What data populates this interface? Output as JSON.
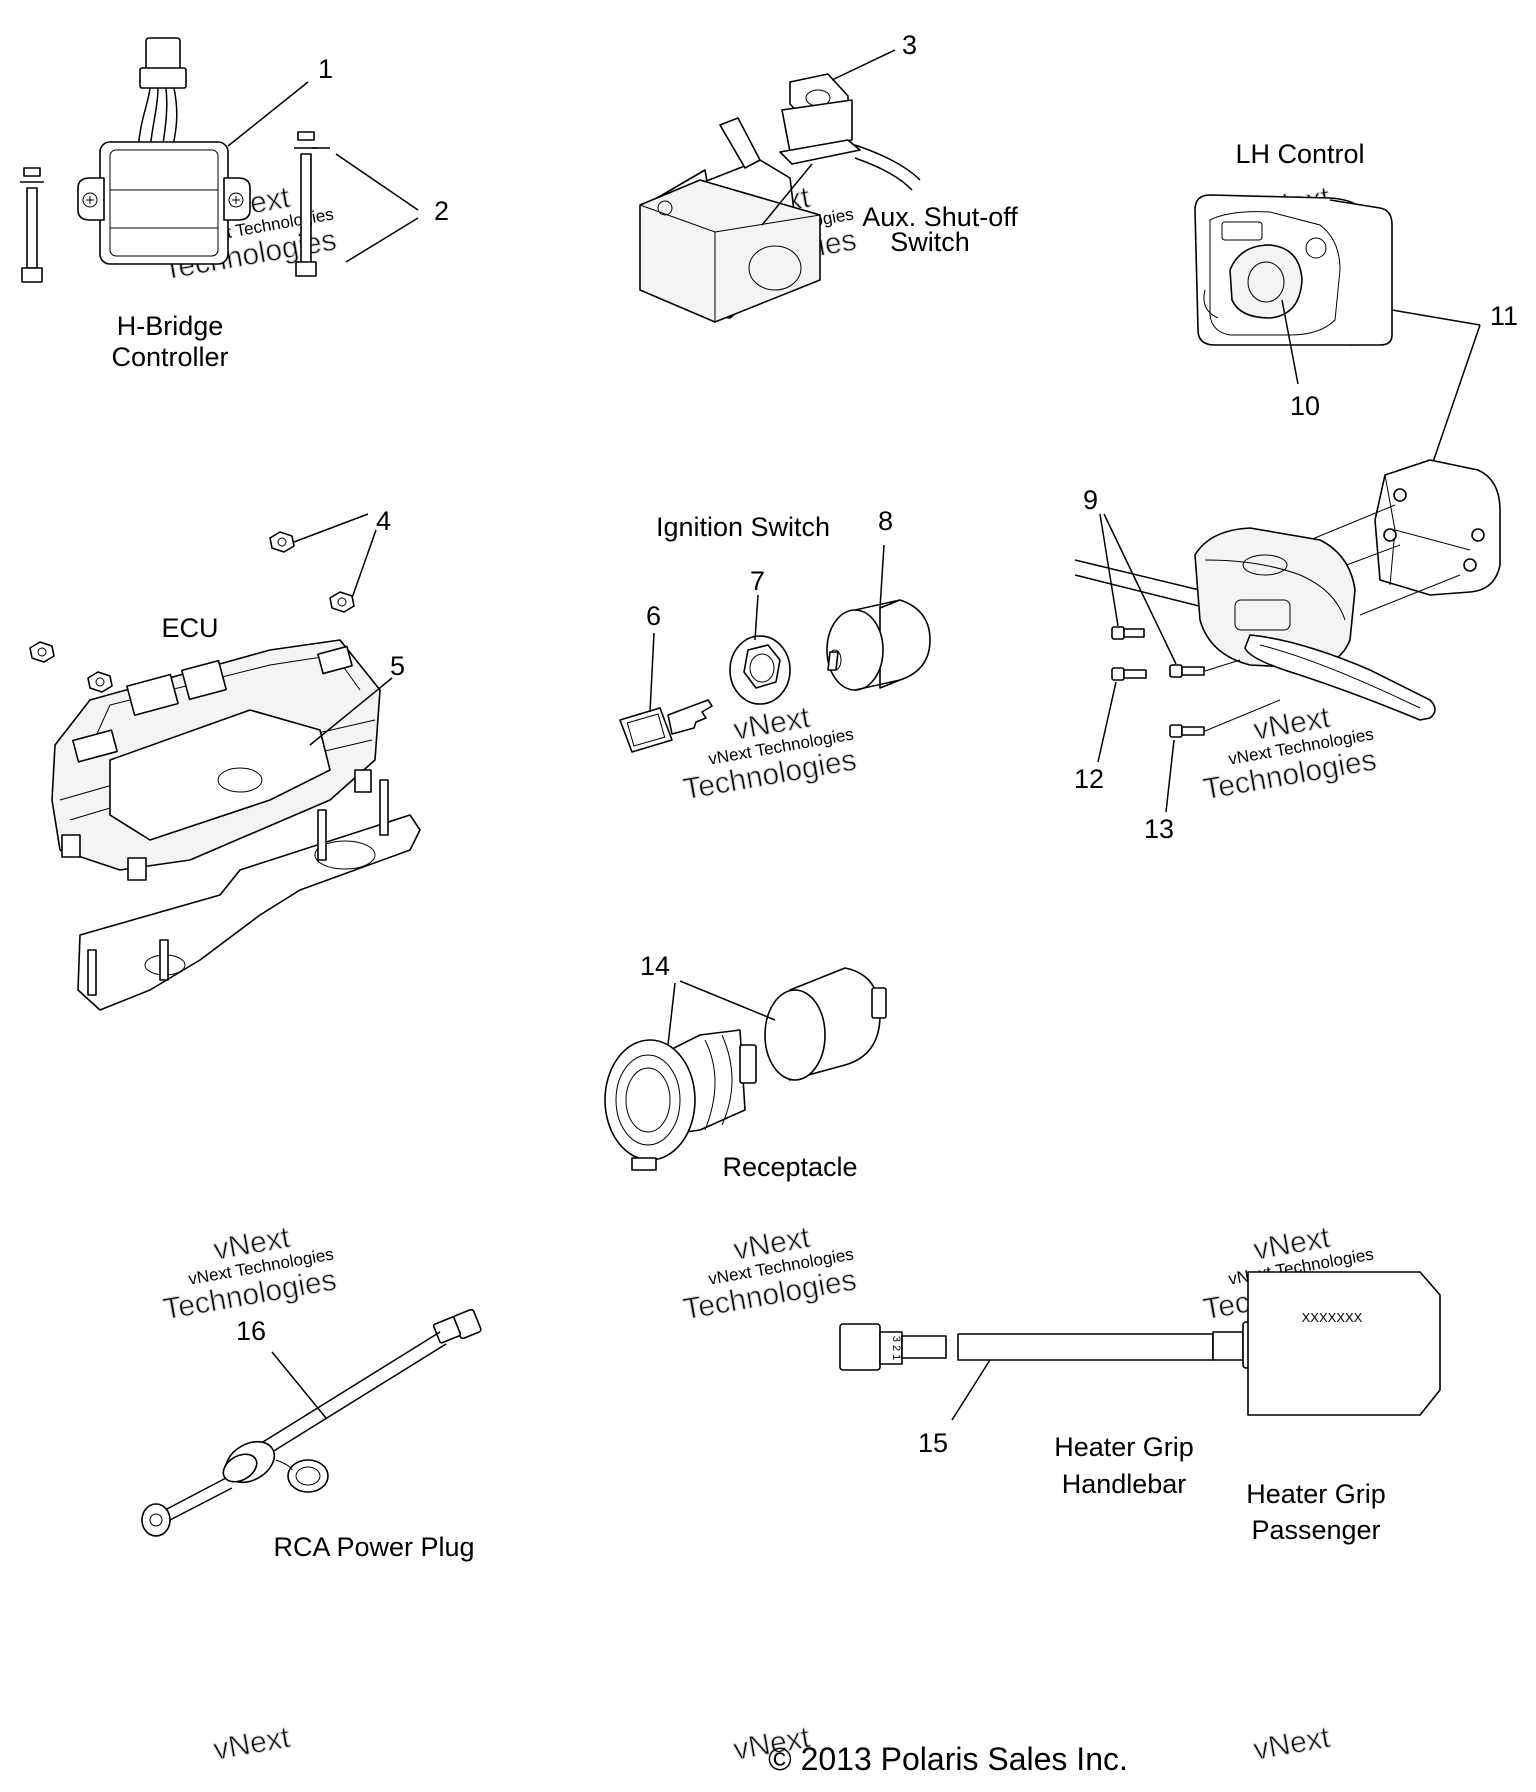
{
  "callouts": [
    "1",
    "2",
    "3",
    "4",
    "5",
    "6",
    "7",
    "8",
    "9",
    "10",
    "11",
    "12",
    "13",
    "14",
    "15",
    "16"
  ],
  "labels": {
    "h_bridge_1": "H-Bridge",
    "h_bridge_2": "Controller",
    "aux_1": "Aux. Shut-off",
    "aux_2": "Switch",
    "lh_control": "LH Control",
    "ecu": "ECU",
    "ignition": "Ignition Switch",
    "receptacle": "Receptacle",
    "rca": "RCA Power Plug",
    "heater_handlebar_1": "Heater Grip",
    "heater_handlebar_2": "Handlebar",
    "heater_passenger_1": "Heater Grip",
    "heater_passenger_2": "Passenger"
  },
  "connector_text": "3 2 1",
  "heater_label_text": "XXXXXXX",
  "watermark": {
    "line1": "vNext",
    "line2": "vNext Technologies",
    "line3": "Technologies"
  },
  "copyright": "© 2013 Polaris Sales Inc."
}
